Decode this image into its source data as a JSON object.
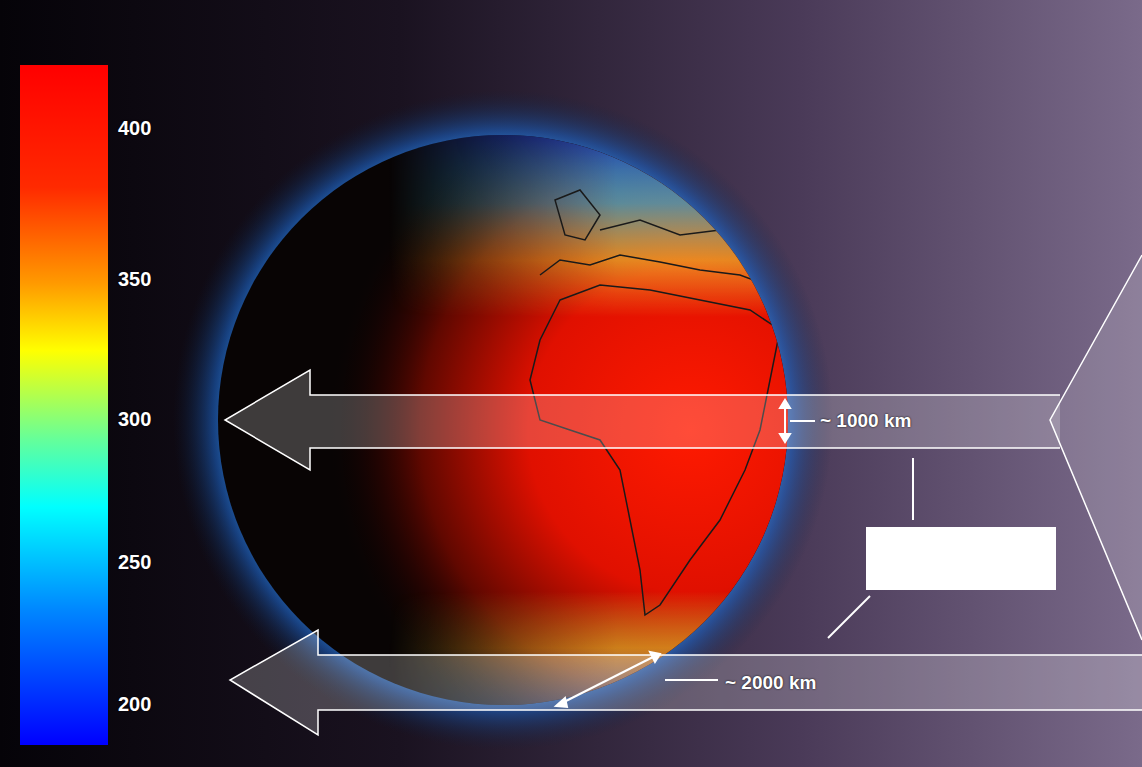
{
  "diagram": {
    "labels": [
      "400",
      "350",
      "300",
      "250",
      "200",
      "~ 1000 km",
      "~ 2000 km"
    ]
  }
}
